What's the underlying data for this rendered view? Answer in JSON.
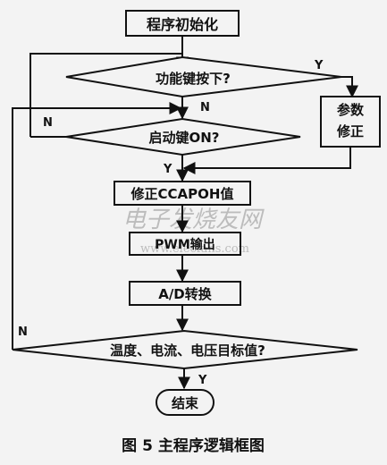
{
  "flowchart": {
    "nodes": {
      "init": "程序初始化",
      "func_key": "功能键按下?",
      "param": "参数修正",
      "start_key": "启动键ON?",
      "fix_ccap": "修正CCAPOH值",
      "pwm": "PWM输出",
      "ad": "A/D转换",
      "target": "温度、电流、电压目标值?",
      "end": "结束"
    },
    "labels": {
      "y_func": "Y",
      "n_top": "N",
      "n_left": "N",
      "y_start": "Y",
      "n_bottom": "N",
      "y_target": "Y"
    },
    "caption": "图 5  主程序逻辑框图",
    "watermark": {
      "cn": "电子发烧友网",
      "url": "www.elecfans.com"
    }
  }
}
